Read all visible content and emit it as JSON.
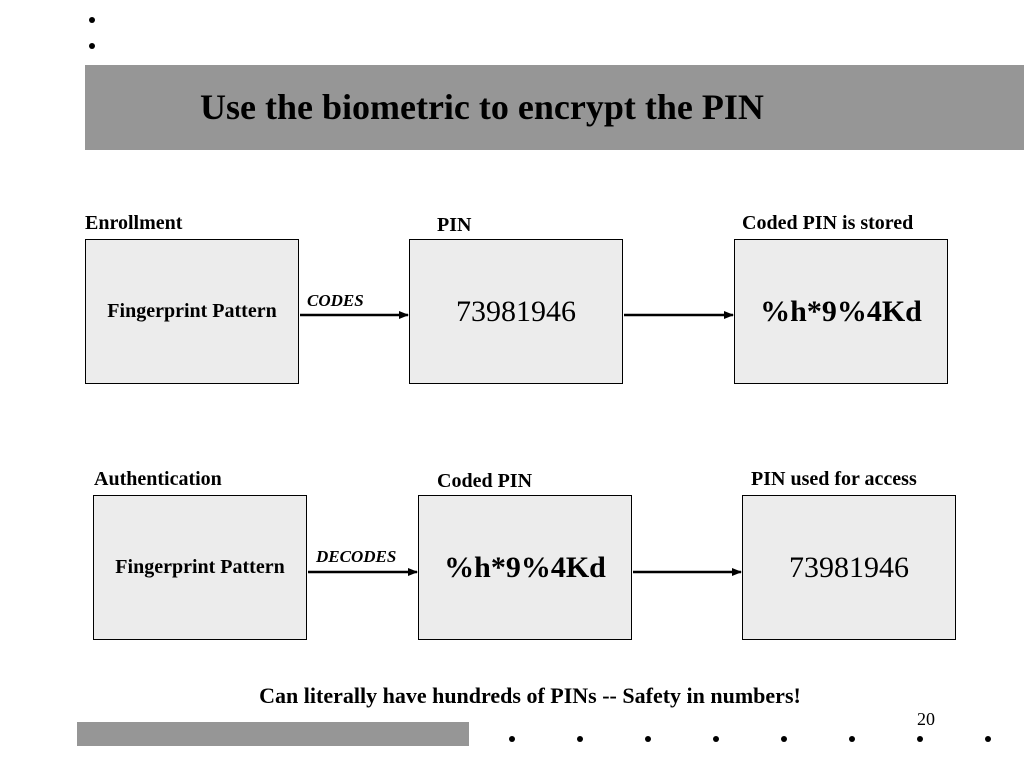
{
  "slide": {
    "title": "Use the biometric to encrypt the PIN",
    "page_number": "20",
    "footer": "Can literally have hundreds of PINs -- Safety in numbers!"
  },
  "enrollment": {
    "section_label": "Enrollment",
    "box1_text": "Fingerprint Pattern",
    "arrow1_label": "CODES",
    "box2_label": "PIN",
    "box2_text": "73981946",
    "box3_label": "Coded PIN is stored",
    "box3_text": "%h*9%4Kd"
  },
  "authentication": {
    "section_label": "Authentication",
    "box1_text": "Fingerprint Pattern",
    "arrow1_label": "DECODES",
    "box2_label": "Coded PIN",
    "box2_text": "%h*9%4Kd",
    "box3_label": "PIN used for access",
    "box3_text": "73981946"
  }
}
